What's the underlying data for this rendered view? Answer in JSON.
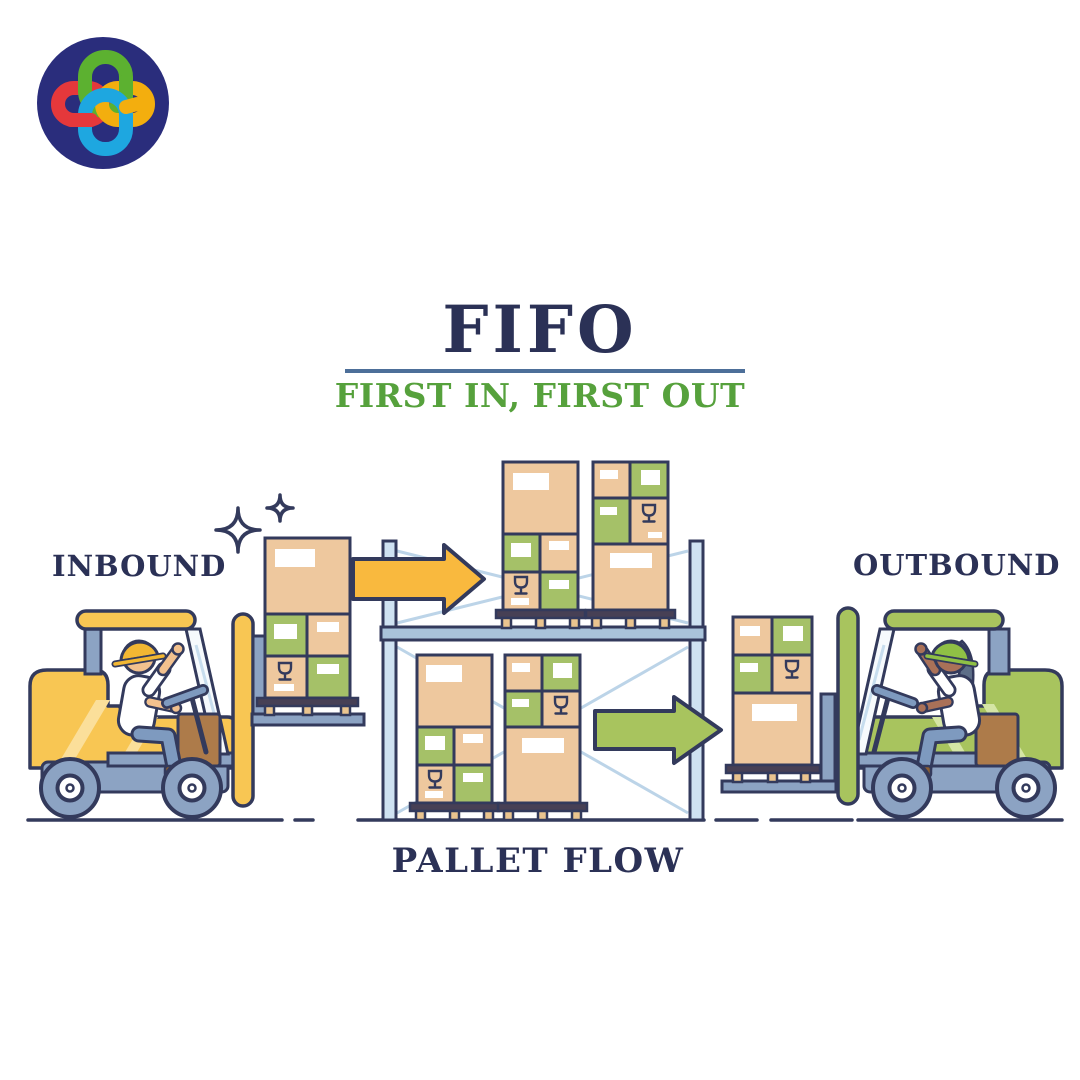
{
  "brand": {
    "logo_name": "interlocking-knot-logo",
    "circle_color": "#2a2d7c",
    "knot_colors": {
      "green": "#5cb130",
      "red": "#e5383b",
      "yellow": "#f3ae0e",
      "blue": "#1ea7e0"
    }
  },
  "header": {
    "title": "FIFO",
    "subtitle": "FIRST IN, FIRST OUT",
    "title_color": "#2b3156",
    "subtitle_color": "#56a13c",
    "divider_color": "#4d6f99"
  },
  "diagram": {
    "labels": {
      "inbound": "INBOUND",
      "outbound": "OUTBOUND",
      "pallet_flow": "PALLET FLOW"
    },
    "flow": {
      "inbound_arrow": {
        "color": "#f9b93e",
        "direction": "right",
        "level": "top-shelf"
      },
      "outbound_arrow": {
        "color": "#a8c45e",
        "direction": "right",
        "level": "bottom-shelf"
      }
    },
    "rack": {
      "levels": 2,
      "pallets_per_level": 2
    },
    "icons": {
      "fragile": "wine-glass-icon",
      "decor": "sparkle-4-point-icon"
    },
    "colors": {
      "outline": "#333a5c",
      "box_tan": "#eec89e",
      "box_green": "#a5c168",
      "steel_blue": "#8ca3c3",
      "forklift_inbound": "#f8c653",
      "forklift_outbound": "#a8c45e",
      "rack_post": "#cfe2f2",
      "rack_beam": "#a9c3da",
      "pallet_deck": "#474055",
      "pallet_leg": "#eac48f"
    }
  }
}
